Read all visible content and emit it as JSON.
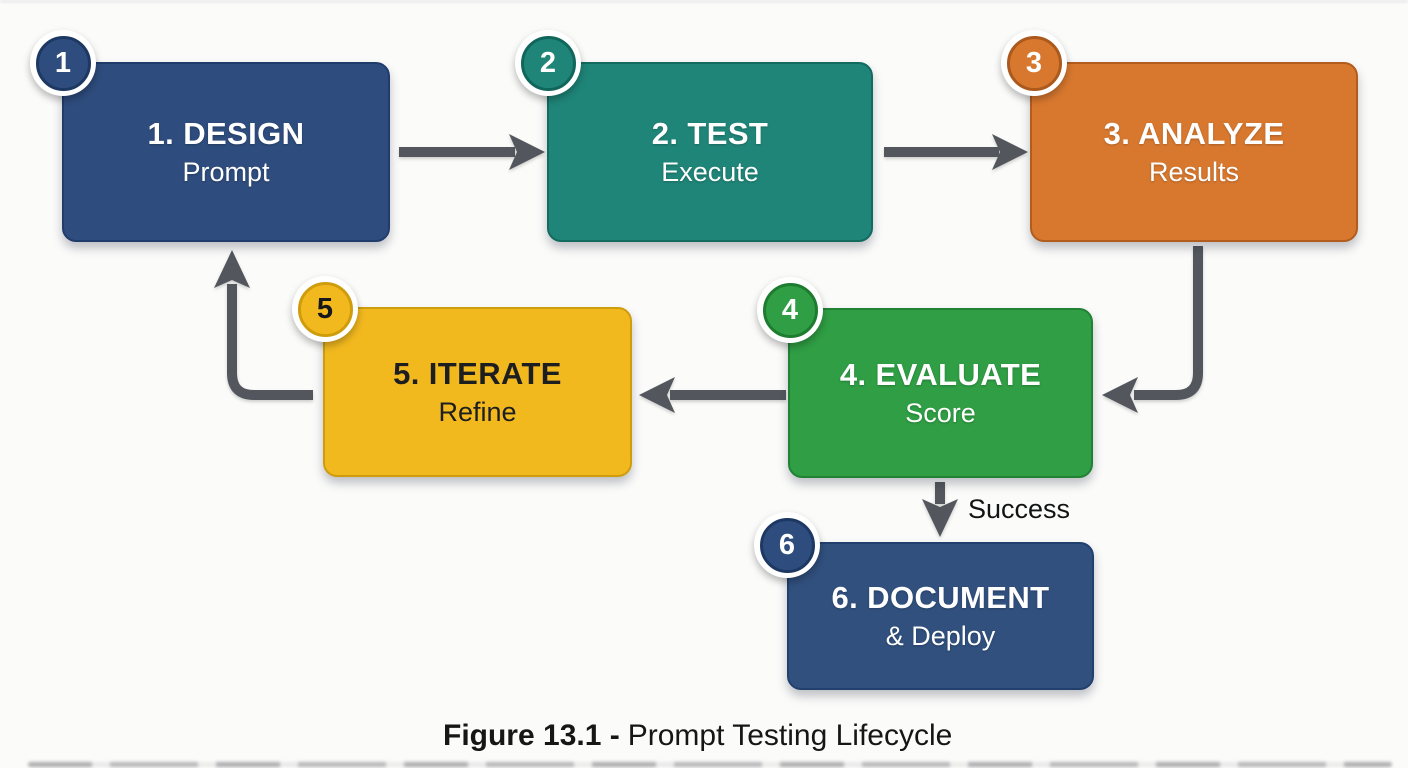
{
  "nodes": {
    "design": {
      "badge": "1",
      "title": "1. DESIGN",
      "subtitle": "Prompt",
      "fill": "#2e4c7d"
    },
    "test": {
      "badge": "2",
      "title": "2. TEST",
      "subtitle": "Execute",
      "fill": "#1f8578"
    },
    "analyze": {
      "badge": "3",
      "title": "3. ANALYZE",
      "subtitle": "Results",
      "fill": "#d8782f"
    },
    "evaluate": {
      "badge": "4",
      "title": "4. EVALUATE",
      "subtitle": "Score",
      "fill": "#2f9e44"
    },
    "iterate": {
      "badge": "5",
      "title": "5. ITERATE",
      "subtitle": "Refine",
      "fill": "#f2b91f"
    },
    "document": {
      "badge": "6",
      "title": "6. DOCUMENT",
      "subtitle": "& Deploy",
      "fill": "#31507e"
    }
  },
  "edges": {
    "success_label": "Success"
  },
  "caption": {
    "bold": "Figure 13.1 -",
    "rest": "Prompt Testing Lifecycle"
  },
  "colors": {
    "arrow": "#53575d",
    "background": "#fbfbfa",
    "caption_text": "#161616"
  }
}
